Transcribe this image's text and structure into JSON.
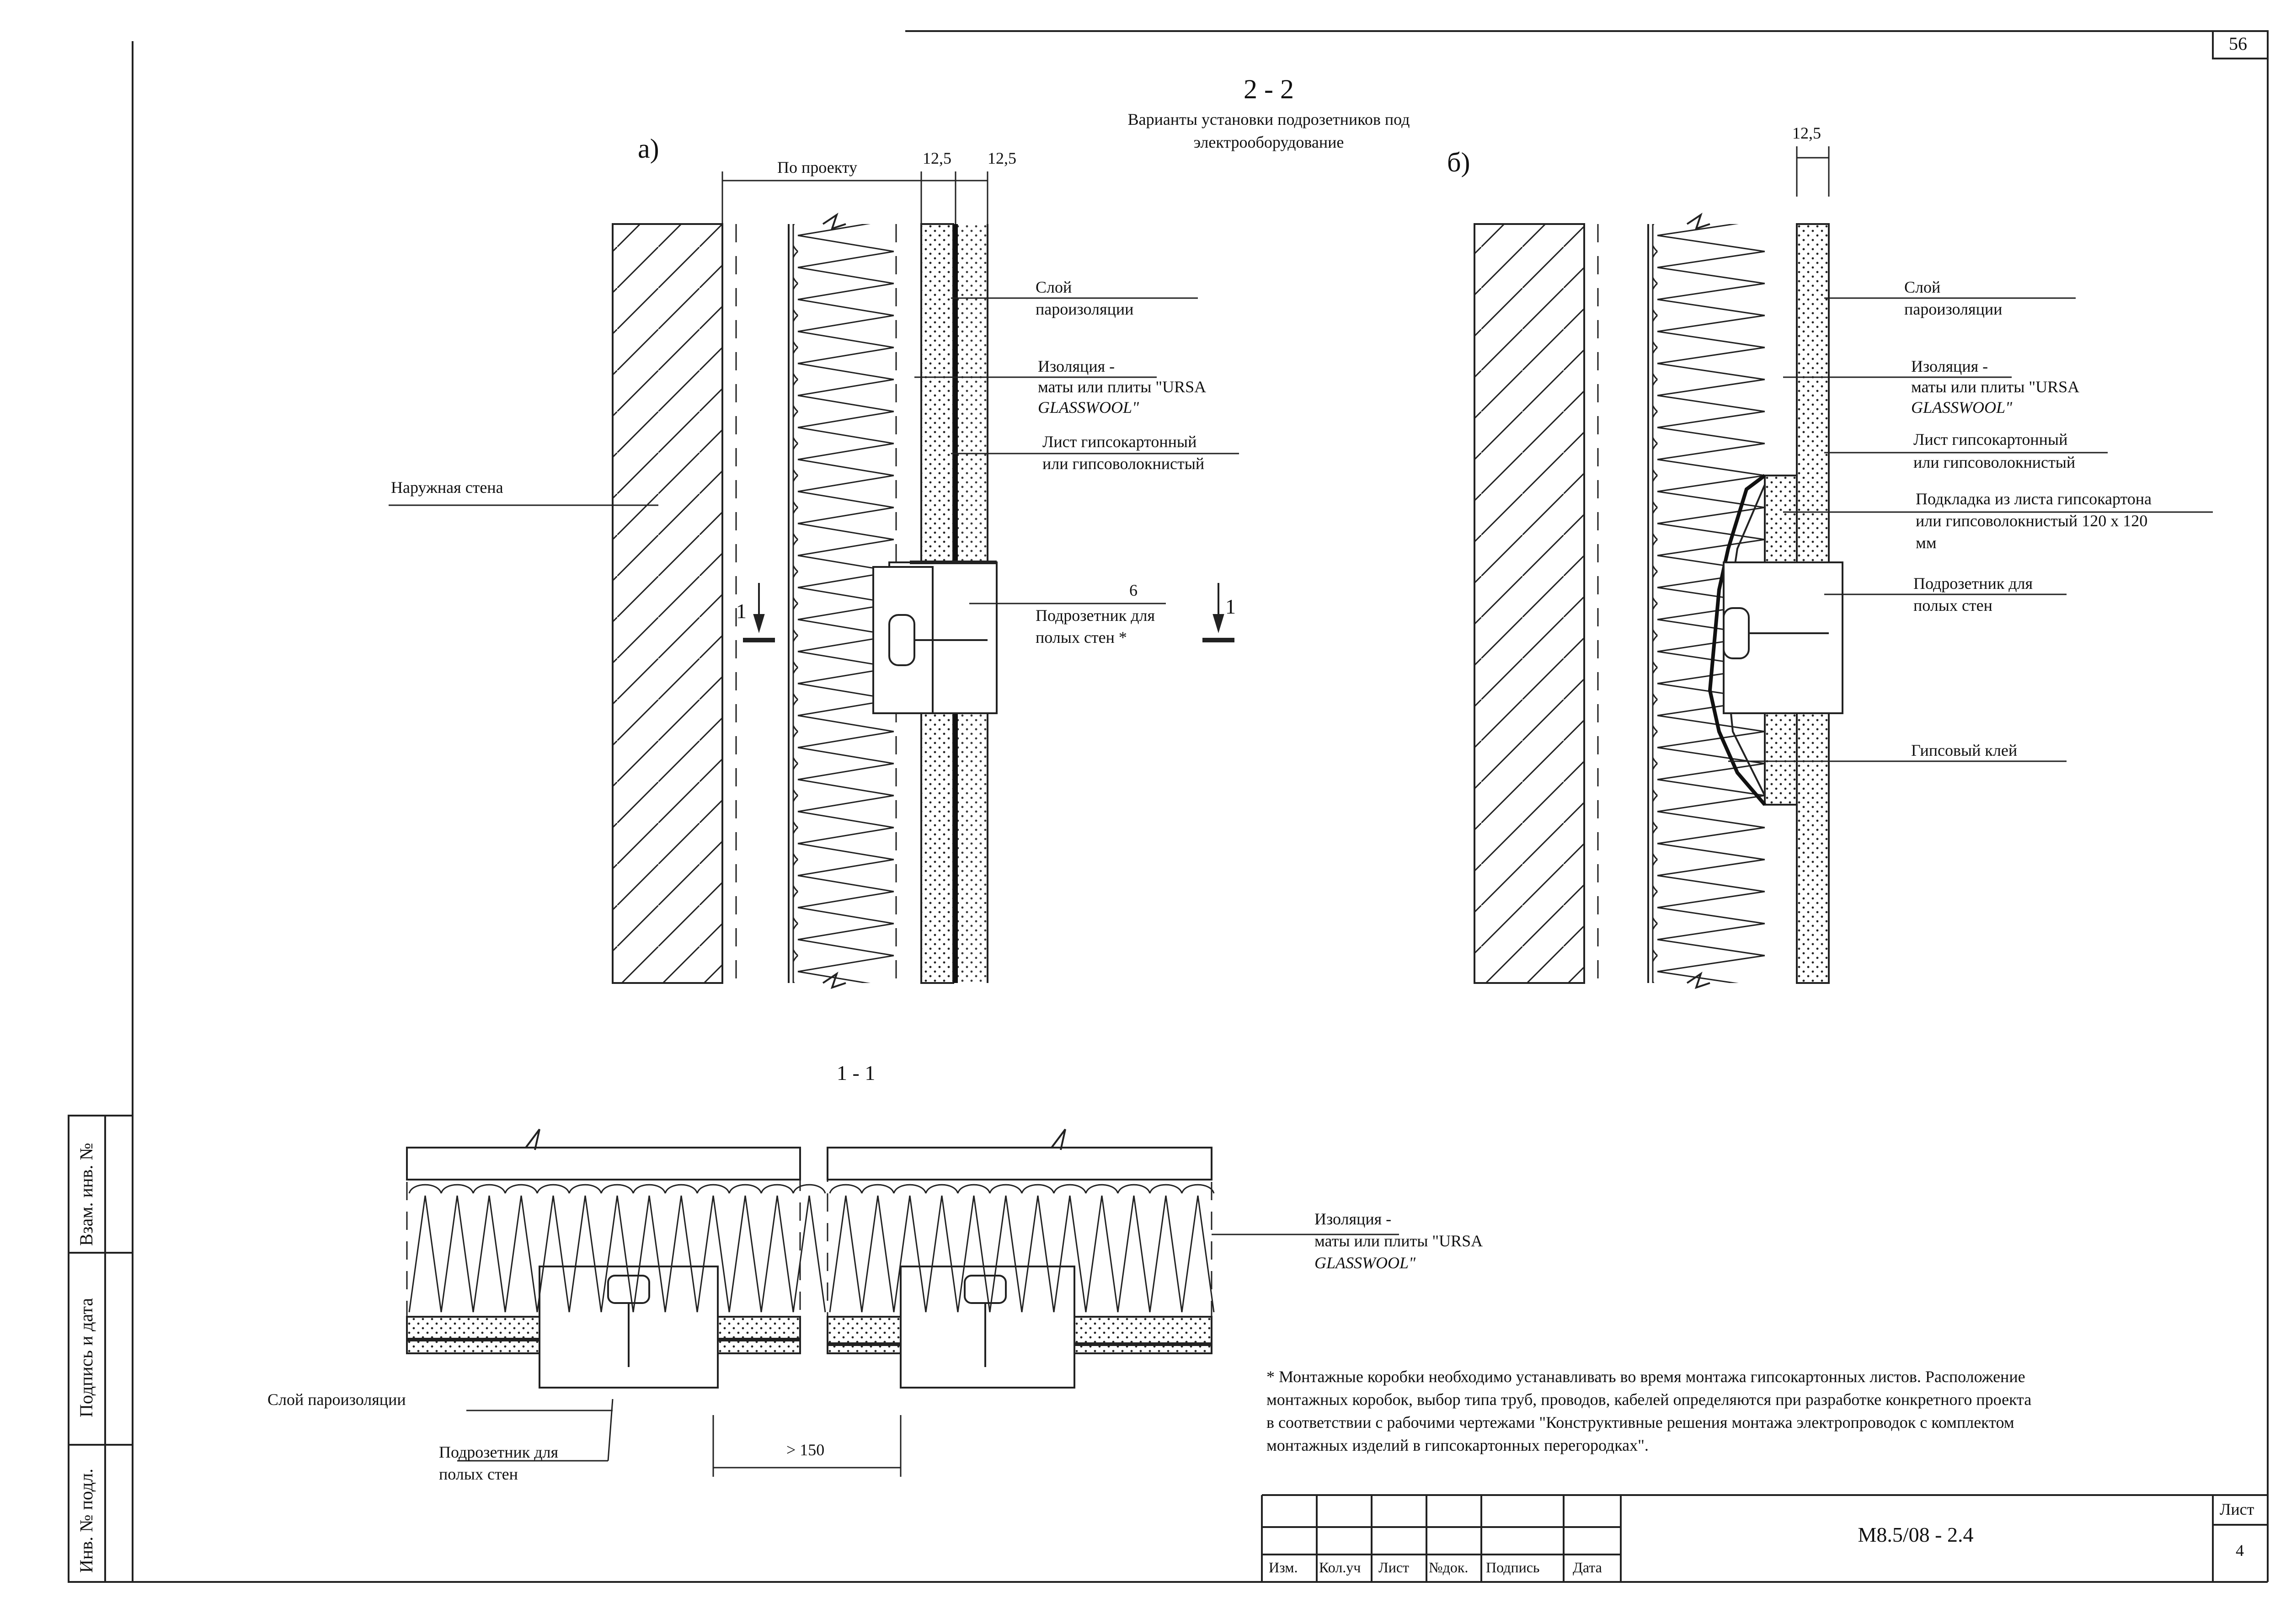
{
  "sheet_corner_number": "56",
  "section_title": "2 - 2",
  "section_subtitle_line1": "Варианты установки подрозетников под",
  "section_subtitle_line2": "электрооборудование",
  "variant_a": {
    "label": "а)",
    "dim_project": "По проекту",
    "dim_1": "12,5",
    "dim_2": "12,5",
    "callout_vapor_1": "Слой",
    "callout_vapor_2": "пароизоляции",
    "callout_insul_1": "Изоляция -",
    "callout_insul_2": "маты или плиты \"URSA",
    "callout_insul_3": "GLASSWOOL\"",
    "callout_board_1": "Лист гипсокартонный",
    "callout_board_2": "или гипсоволокнистый",
    "callout_outer_wall": "Наружная стена",
    "callout_box_num": "6",
    "callout_box_1": "Подрозетник для",
    "callout_box_2": "полых стен *",
    "section_mark": "1"
  },
  "variant_b": {
    "label": "б)",
    "dim_1": "12,5",
    "callout_vapor_1": "Слой",
    "callout_vapor_2": "пароизоляции",
    "callout_insul_1": "Изоляция -",
    "callout_insul_2": "маты или плиты \"URSA",
    "callout_insul_3": "GLASSWOOL\"",
    "callout_board_1": "Лист гипсокартонный",
    "callout_board_2": "или гипсоволокнистый",
    "callout_pad_1": "Подкладка из листа гипсокартона",
    "callout_pad_2": "или гипсоволокнистый 120 х 120",
    "callout_pad_3": "мм",
    "callout_box_1": "Подрозетник для",
    "callout_box_2": "полых стен",
    "callout_glue": "Гипсовый клей"
  },
  "section_1_1": {
    "title": "1 - 1",
    "callout_insul_1": "Изоляция -",
    "callout_insul_2": "маты или плиты \"URSA",
    "callout_insul_3": "GLASSWOOL\"",
    "callout_vapor": "Слой пароизоляции",
    "callout_box_1": "Подрозетник для",
    "callout_box_2": "полых стен",
    "dim_gap": "> 150"
  },
  "footnote": {
    "line1": "* Монтажные коробки необходимо устанавливать во время монтажа гипсокартонных листов. Расположение",
    "line2": "монтажных коробок, выбор типа труб, проводов, кабелей определяются при разработке конкретного проекта",
    "line3": "в соответствии с рабочими чертежами \"Конструктивные решения монтажа электропроводок с комплектом",
    "line4": "монтажных  изделий в гипсокартонных перегородках\"."
  },
  "side_stamp": {
    "vzam": "Взам. инв. №",
    "podpis": "Подпись и дата",
    "inv": "Инв. № подл."
  },
  "title_block": {
    "code": "М8.5/08 - 2.4",
    "sheet_label": "Лист",
    "sheet_number": "4",
    "col_izm": "Изм.",
    "col_kol": "Кол.уч",
    "col_list": "Лист",
    "col_ndok": "№док.",
    "col_podpis": "Подпись",
    "col_data": "Дата"
  }
}
